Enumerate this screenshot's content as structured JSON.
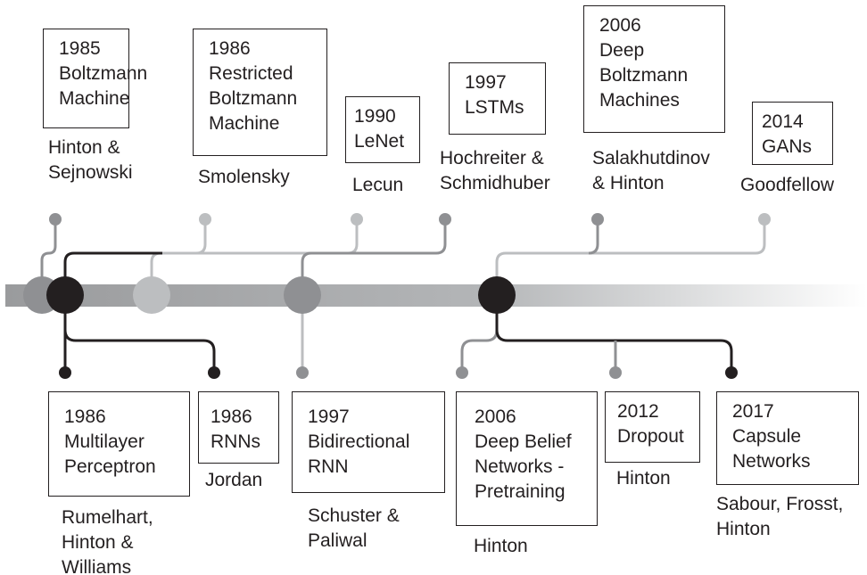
{
  "title": "Deep learning milestones timeline",
  "top_events": [
    {
      "label": "1985\nBoltzmann\nMachine",
      "authors": "Hinton &\nSejnowski"
    },
    {
      "label": "1986\nRestricted\nBoltzmann\nMachine",
      "authors": "Smolensky"
    },
    {
      "label": "1990\nLeNet",
      "authors": "Lecun"
    },
    {
      "label": "1997\nLSTMs",
      "authors": "Hochreiter &\nSchmidhuber"
    },
    {
      "label": "2006\nDeep\nBoltzmann\nMachines",
      "authors": "Salakhutdinov\n& Hinton"
    },
    {
      "label": "2014\nGANs",
      "authors": "Goodfellow"
    }
  ],
  "bottom_events": [
    {
      "label": "1986\nMultilayer\nPerceptron",
      "authors": "Rumelhart,\nHinton &\nWilliams"
    },
    {
      "label": "1986\nRNNs",
      "authors": "Jordan"
    },
    {
      "label": "1997\nBidirectional\nRNN",
      "authors": "Schuster &\nPaliwal"
    },
    {
      "label": "2006\nDeep Belief\nNetworks -\nPretraining",
      "authors": "Hinton"
    },
    {
      "label": "2012\nDropout",
      "authors": "Hinton"
    },
    {
      "label": "2017\nCapsule\nNetworks",
      "authors": "Sabour, Frosst,\nHinton"
    }
  ],
  "colors": {
    "black": "#231f20",
    "gray": "#8f9093",
    "light": "#bcbec0"
  }
}
